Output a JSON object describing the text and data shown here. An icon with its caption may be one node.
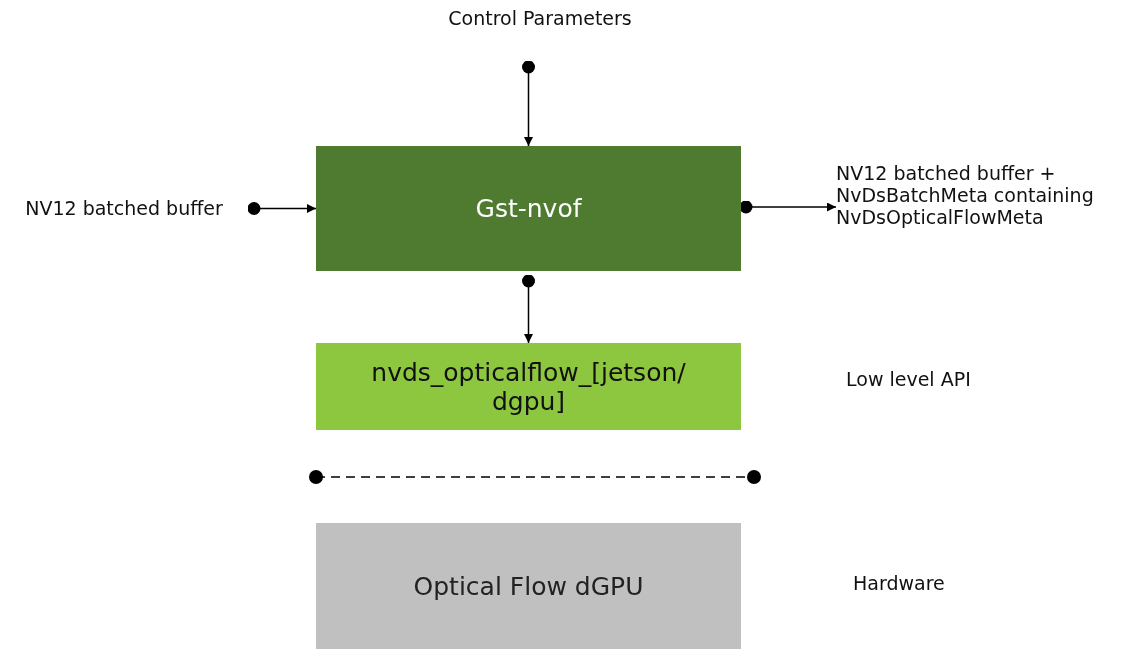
{
  "diagram": {
    "nodes": [
      {
        "text": [
          "Control Parameters"
        ]
      },
      {
        "text": [
          "NV12 batched buffer"
        ]
      },
      {
        "text": [
          "Gst-nvof"
        ]
      },
      {
        "text": [
          "NV12 batched buffer + NvDsBatchMeta containing NvDsOpticalFlowMeta"
        ]
      },
      {
        "text": [
          "nvds_opticalflow_[jetson/ dgpu]"
        ]
      },
      {
        "text": [
          "Optical Flow dGPU"
        ]
      }
    ],
    "edges": [
      {
        "from": 0,
        "to": 2,
        "arrow": "to"
      },
      {
        "from": 1,
        "to": 2,
        "arrow": "to"
      },
      {
        "from": 2,
        "to": 3,
        "arrow": "to"
      },
      {
        "from": 2,
        "to": 4,
        "arrow": "to"
      }
    ],
    "labels": [
      "Low level API",
      "Hardware"
    ]
  }
}
